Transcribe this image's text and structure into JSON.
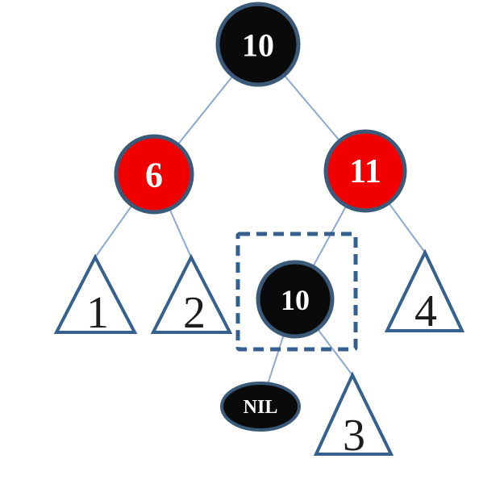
{
  "diagram": {
    "kind": "red-black-tree",
    "colors": {
      "red_node": "#f20000",
      "black_node": "#0a0a0a",
      "node_border": "#3b5a7a",
      "triangle_border": "#36618e",
      "triangle_fill": "#ffffff",
      "edge_line": "#8aa9d1",
      "highlight_box": "#365f91",
      "node_label": "#ffffff",
      "subtree_label": "#1c1c1c"
    },
    "tree": {
      "root": {
        "label": "10",
        "color": "black",
        "shape": "circle",
        "children": [
          {
            "label": "6",
            "color": "red",
            "shape": "circle",
            "children": [
              {
                "label": "1",
                "shape": "triangle-subtree"
              },
              {
                "label": "2",
                "shape": "triangle-subtree"
              }
            ]
          },
          {
            "label": "11",
            "color": "red",
            "shape": "circle",
            "children": [
              {
                "label": "10",
                "color": "black",
                "shape": "circle",
                "highlighted": true,
                "children": [
                  {
                    "label": "NIL",
                    "color": "black",
                    "shape": "ellipse"
                  },
                  {
                    "label": "3",
                    "shape": "triangle-subtree"
                  }
                ]
              },
              {
                "label": "4",
                "shape": "triangle-subtree"
              }
            ]
          }
        ]
      }
    }
  }
}
